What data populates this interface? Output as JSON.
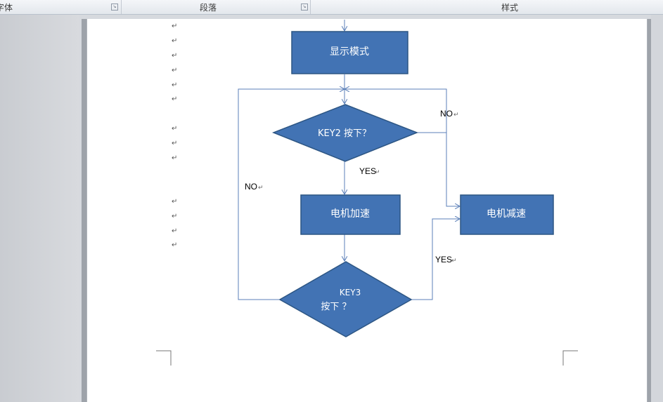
{
  "ribbon": {
    "groups": [
      {
        "label": "字体"
      },
      {
        "label": "段落"
      },
      {
        "label": "样式"
      }
    ]
  },
  "paragraph_mark": "↵",
  "flowchart": {
    "nodes": {
      "display_mode": "显示模式",
      "key2_question": "KEY2 按下？",
      "motor_accelerate": "电机加速",
      "motor_decelerate": "电机减速",
      "key3_line1": "KEY3",
      "key3_line2": "按下  ？"
    },
    "edges": {
      "key2_no": "NO",
      "key2_yes": "YES",
      "key3_no": "NO",
      "key3_yes": "YES"
    }
  },
  "colors": {
    "shape_fill": "#4273b4",
    "shape_stroke": "#2d5684",
    "connector": "#5b7fb8"
  }
}
